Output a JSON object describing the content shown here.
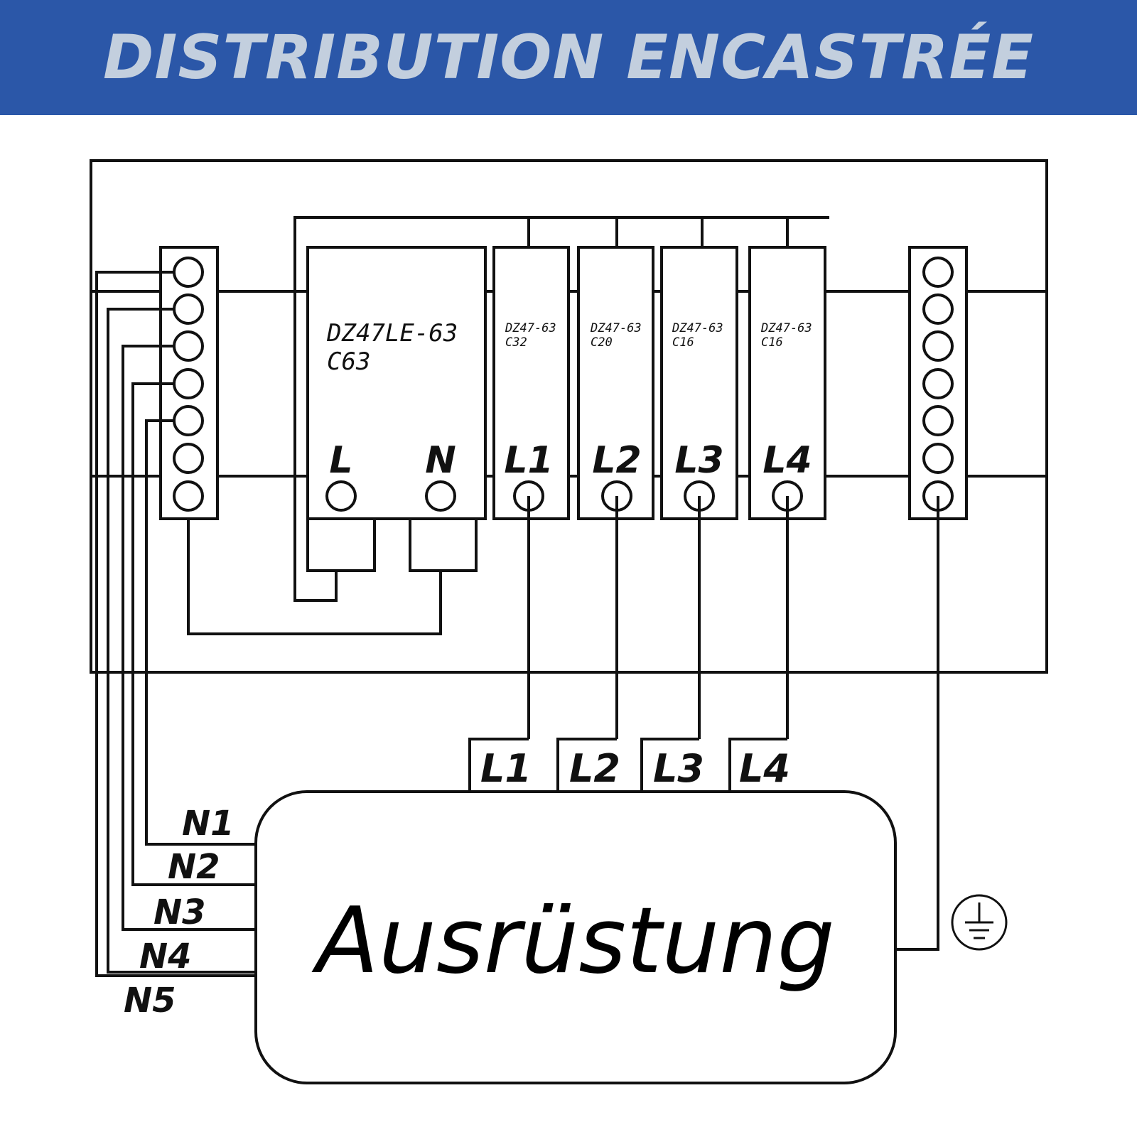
{
  "header": {
    "title": "DISTRIBUTION ENCASTRÉE",
    "background": "#2b57a8",
    "text_color": "#c3cfde"
  },
  "rcbo": {
    "model": "DZ47LE-63",
    "rating": "C63",
    "terminal_l": "L",
    "terminal_n": "N"
  },
  "breakers": [
    {
      "model": "DZ47-63",
      "rating": "C32",
      "terminal": "L1"
    },
    {
      "model": "DZ47-63",
      "rating": "C20",
      "terminal": "L2"
    },
    {
      "model": "DZ47-63",
      "rating": "C16",
      "terminal": "L3"
    },
    {
      "model": "DZ47-63",
      "rating": "C16",
      "terminal": "L4"
    }
  ],
  "outputs": [
    "L1",
    "L2",
    "L3",
    "L4"
  ],
  "neutrals": [
    "N1",
    "N2",
    "N3",
    "N4",
    "N5"
  ],
  "equipment": {
    "label": "Ausrüstung"
  },
  "icons": {
    "ground": "ground-icon"
  }
}
